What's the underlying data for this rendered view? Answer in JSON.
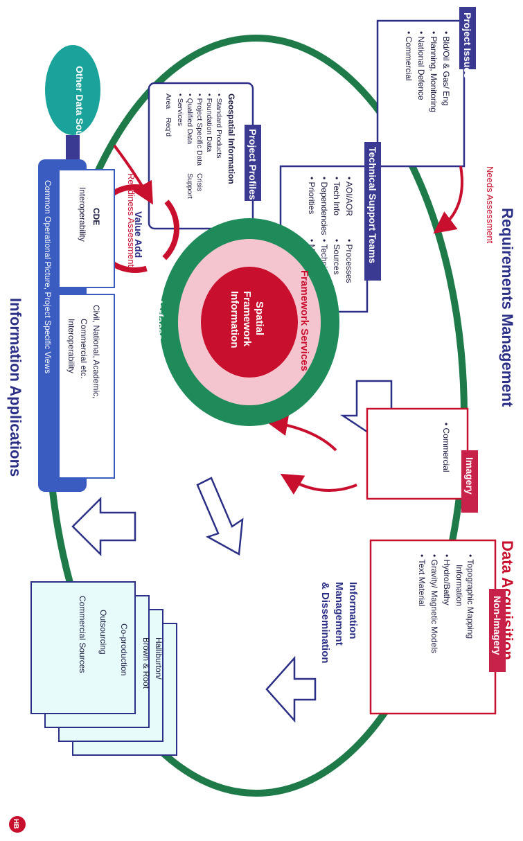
{
  "headers": {
    "requirements": "Requirements Management",
    "needs": "Needs Assessment",
    "data_acquisition": "Data Acquisition",
    "info_applications": "Information Applications"
  },
  "project_issues": {
    "title": "Project Issues",
    "items": [
      "• Bld/Oil & Gas/ Eng",
      "• Planning, Monitoring",
      "• National Defence",
      "• Commercial"
    ]
  },
  "technical_support": {
    "title": "Technical Support Teams",
    "items_col1": [
      "• AOI/AOR",
      "• Tech Info",
      "• Dependencies",
      "• Priorities"
    ],
    "items_col2": [
      "• Processes",
      "• Sources",
      "• Techniques",
      "• Models"
    ]
  },
  "project_profiles": {
    "title": "Project Profiles",
    "geo": "Geospatial Information",
    "items": [
      "• Standard Products",
      "• Foundation Data",
      "• Project Specific Data",
      "• Qualified Data",
      "• Services"
    ],
    "area": "Area",
    "reqd": "Req'd",
    "crisis": "Crisis",
    "support": "Support"
  },
  "other_sources": "Other Data Sources",
  "readiness": "Readiness Assessment",
  "value_add": "Value Add",
  "core": {
    "spatial_line1": "Spatial",
    "spatial_line2": "Framework",
    "spatial_line3": "Information",
    "framework_services": "Framework Services",
    "interfaces": "Interfaces"
  },
  "imagery": {
    "title": "Imagery",
    "items": [
      "• Commercial"
    ]
  },
  "non_imagery": {
    "title": "Non-Imagery",
    "items": [
      "• Topographic Mapping",
      "Information",
      "• Hydro/Bathy",
      "• Gravity/ Magnetic Models",
      "• Text Material"
    ]
  },
  "imd": {
    "line1": "Information",
    "line2": "Management",
    "line3": "& Dissemination"
  },
  "bottom_bar": {
    "cde": "CDE",
    "interop": "Interoperability",
    "civil_line1": "Civil, National, Academic,",
    "civil_line2": "Commercial etc.",
    "civil_line3": "Interoperability",
    "cop": "Common Operational Picture, Project Specific Views"
  },
  "sources": {
    "hb_line1": "Halliburton/",
    "hb_line2": "Brown & Root",
    "coprod": "Co-production",
    "outsourcing": "Outsourcing",
    "commercial": "Commercial Sources"
  },
  "logo_text": "HB"
}
